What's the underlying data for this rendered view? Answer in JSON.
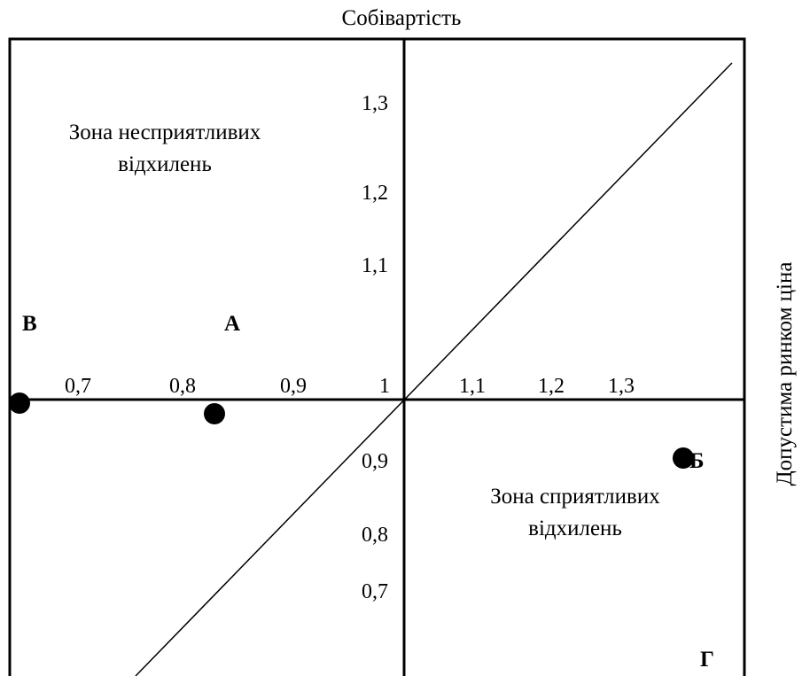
{
  "title_top": "Собівартість",
  "title_right": "Допустима ринком ціна",
  "zones": {
    "unfavorable": [
      "Зона несприятливих",
      "відхилень"
    ],
    "favorable": [
      "Зона сприятливих",
      "відхилень"
    ]
  },
  "x_ticks": [
    "0,7",
    "0,8",
    "0,9",
    "1",
    "1,1",
    "1,2",
    "1,3"
  ],
  "y_ticks_upper": [
    "1,3",
    "1,2",
    "1,1"
  ],
  "y_ticks_lower": [
    "0,9",
    "0,8",
    "0,7"
  ],
  "points": {
    "A": "А",
    "B": "Б",
    "V": "В",
    "G": "Г"
  },
  "colors": {
    "ink": "#000000",
    "background": "#ffffff"
  }
}
